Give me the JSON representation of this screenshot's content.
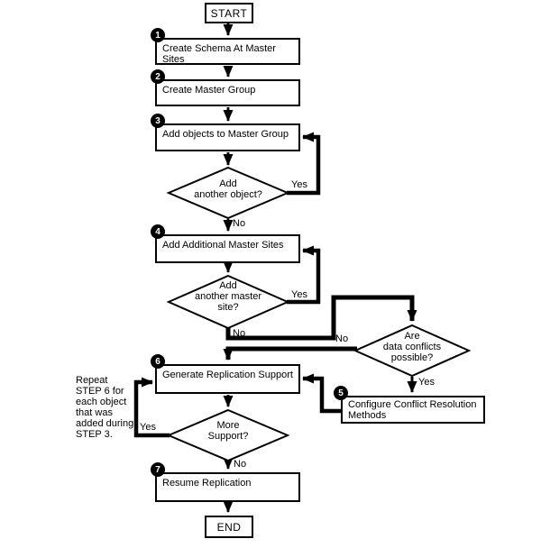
{
  "colors": {
    "ink": "#000000",
    "background": "#ffffff",
    "badge_bg": "#000000",
    "badge_fg": "#ffffff"
  },
  "nodes": {
    "start": {
      "label": "START"
    },
    "step1": {
      "num": "1",
      "label": "Create Schema At Master Sites"
    },
    "step2": {
      "num": "2",
      "label": "Create Master Group"
    },
    "step3": {
      "num": "3",
      "label": "Add objects to Master Group"
    },
    "decision_object": {
      "lines": [
        "Add",
        "another object?"
      ]
    },
    "step4": {
      "num": "4",
      "label": "Add Additional Master Sites"
    },
    "decision_site": {
      "lines": [
        "Add",
        "another master",
        "site?"
      ]
    },
    "decision_conflicts": {
      "lines": [
        "Are",
        "data conflicts",
        "possible?"
      ]
    },
    "step5": {
      "num": "5",
      "lines": [
        "Configure Conflict Resolution",
        "Methods"
      ]
    },
    "step6": {
      "num": "6",
      "label": "Generate Replication Support"
    },
    "decision_support": {
      "lines": [
        "More",
        "Support?"
      ]
    },
    "step7": {
      "num": "7",
      "label": "Resume Replication"
    },
    "end": {
      "label": "END"
    }
  },
  "edge_labels": {
    "object_yes": "Yes",
    "object_no": "No",
    "site_yes": "Yes",
    "site_no": "No",
    "conflicts_no": "No",
    "conflicts_yes": "Yes",
    "support_yes": "Yes",
    "support_no": "No"
  },
  "note": {
    "lines": [
      "Repeat",
      "STEP 6 for",
      "each object",
      "that was",
      "added during",
      "STEP 3."
    ]
  }
}
